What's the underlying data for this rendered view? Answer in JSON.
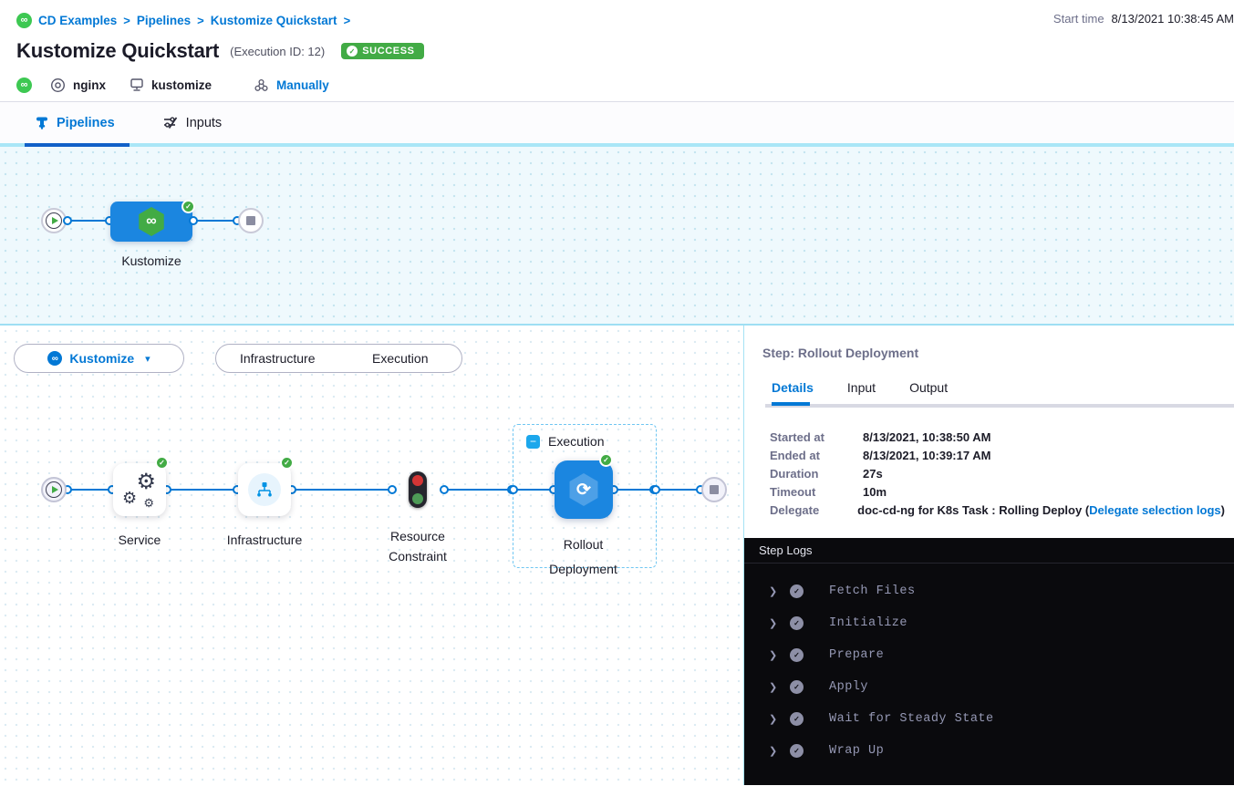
{
  "icons": {
    "infinity": "∞",
    "caret_down": "▾",
    "chevron_right": "❯",
    "check": "✓",
    "minus": "−",
    "redeploy": "⟳",
    "gear": "⚙"
  },
  "header": {
    "breadcrumb_items": [
      "CD Examples",
      "Pipelines",
      "Kustomize Quickstart"
    ],
    "breadcrumb_separator": ">",
    "start_time_label": "Start time",
    "start_time_value": "8/13/2021 10:38:45 AM",
    "title": "Kustomize Quickstart",
    "execution_id": "(Execution ID: 12)",
    "status": "SUCCESS",
    "service": "nginx",
    "environment": "kustomize",
    "trigger": "Manually"
  },
  "tabs": {
    "pipelines": "Pipelines",
    "inputs": "Inputs"
  },
  "stage_graph": {
    "stage_label": "Kustomize"
  },
  "exec_toolbar": {
    "stage_selector_label": "Kustomize",
    "toggle_infrastructure": "Infrastructure",
    "toggle_execution": "Execution"
  },
  "exec_graph": {
    "service_label": "Service",
    "infrastructure_label": "Infrastructure",
    "resource_constraint_line1": "Resource",
    "resource_constraint_line2": "Constraint",
    "group_label": "Execution",
    "rollout_line1": "Rollout",
    "rollout_line2": "Deployment"
  },
  "step_panel": {
    "title": "Step: Rollout Deployment",
    "tab_details": "Details",
    "tab_input": "Input",
    "tab_output": "Output",
    "details": {
      "started_label": "Started at",
      "started_value": "8/13/2021, 10:38:50 AM",
      "ended_label": "Ended at",
      "ended_value": "8/13/2021, 10:39:17 AM",
      "duration_label": "Duration",
      "duration_value": "27s",
      "timeout_label": "Timeout",
      "timeout_value": "10m",
      "delegate_label": "Delegate",
      "delegate_value_prefix": "doc-cd-ng for K8s Task : Rolling Deploy (",
      "delegate_link": "Delegate selection logs",
      "delegate_value_suffix": ")"
    }
  },
  "step_logs": {
    "title": "Step Logs",
    "sections": [
      "Fetch Files",
      "Initialize",
      "Prepare",
      "Apply",
      "Wait for Steady State",
      "Wrap Up"
    ]
  }
}
